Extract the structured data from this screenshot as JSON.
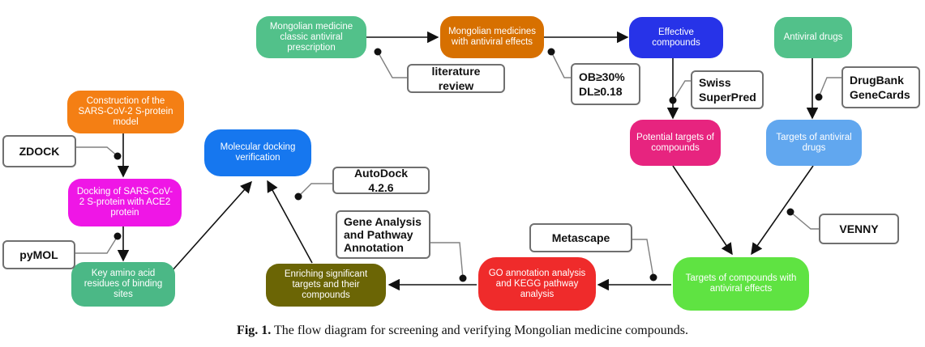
{
  "colors": {
    "green": "#52c18a",
    "orange": "#d77000",
    "blue": "#2733e8",
    "pink": "#e7247f",
    "lightblue": "#61a7ef",
    "lime": "#5fe342",
    "red": "#ef2b2b",
    "olive": "#6b6505",
    "orange2": "#f47f14",
    "magenta": "#ef16e6",
    "teal": "#4bb886",
    "dockblue": "#1677ef",
    "arrow": "#111111",
    "connector": "#808080"
  },
  "nodes": {
    "mongolian_classic": "Mongolian medicine classic antiviral prescription",
    "mongolian_effects": "Mongolian medicines with antiviral effects",
    "effective_compounds": "Effective compounds",
    "antiviral_drugs": "Antiviral drugs",
    "potential_targets": "Potential targets of compounds",
    "targets_antiviral": "Targets of antiviral drugs",
    "targets_compounds_antiviral": "Targets of compounds with antiviral effects",
    "go_kegg": "GO annotation analysis and KEGG pathway analysis",
    "enriching": "Enriching significant targets and their compounds",
    "molecular_docking": "Molecular docking verification",
    "construction": "Construction of the SARS-CoV-2 S-protein model",
    "docking_ace2": "Docking of SARS-CoV-2 S-protein with ACE2 protein",
    "key_amino": "Key amino acid residues of binding sites"
  },
  "tags": {
    "literature_review": "literature review",
    "ob": "OB≥30%",
    "dl": "DL≥0.18",
    "swiss": "Swiss",
    "superpred": "SuperPred",
    "drugbank": "DrugBank",
    "genecards": "GeneCards",
    "venny": "VENNY",
    "metascape": "Metascape",
    "gene_analysis": "Gene Analysis and Pathway Annotation",
    "autodock": "AutoDock 4.2.6",
    "zdock": "ZDOCK",
    "pymol": "pyMOL"
  },
  "caption": {
    "label": "Fig. 1.",
    "text": "The flow diagram for screening and verifying Mongolian medicine compounds."
  }
}
